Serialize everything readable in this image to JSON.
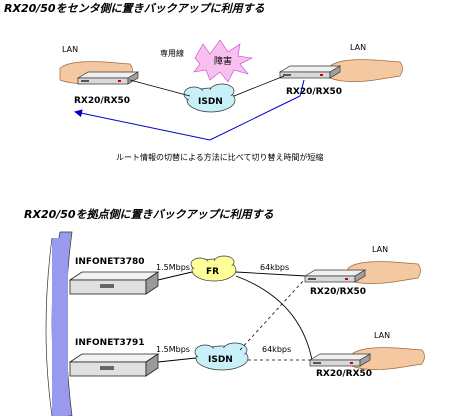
{
  "section1": {
    "title": "RX20/50をセンタ側に置きバックアップに利用する",
    "lan_left": "LAN",
    "lan_right": "LAN",
    "leased_line": "専用線",
    "failure": "障害",
    "router_left": "RX20/RX50",
    "router_right": "RX20/RX50",
    "isdn": "ISDN",
    "caption": "ルート情報の切替による方法に比べて切り替え時間が短縮"
  },
  "section2": {
    "title": "RX20/50を拠点側に置きバックアップに利用する",
    "server_top": "INFONET3780",
    "server_bottom": "INFONET3791",
    "speed_top": "1.5Mbps",
    "speed_bottom": "1.5Mbps",
    "fr": "FR",
    "isdn": "ISDN",
    "kbps_top": "64kbps",
    "kbps_bottom": "64kbps",
    "lan_top": "LAN",
    "lan_bottom": "LAN",
    "router_top": "RX20/RX50",
    "router_bottom": "RX20/RX50"
  },
  "colors": {
    "accent_blue": "#0000cc",
    "hand": "#f4c8a0",
    "cloud_cyan": "#c8f0f8",
    "cloud_yellow": "#ffff99",
    "burst_pink": "#f8c0f0",
    "panel_purple": "#9999ee"
  }
}
